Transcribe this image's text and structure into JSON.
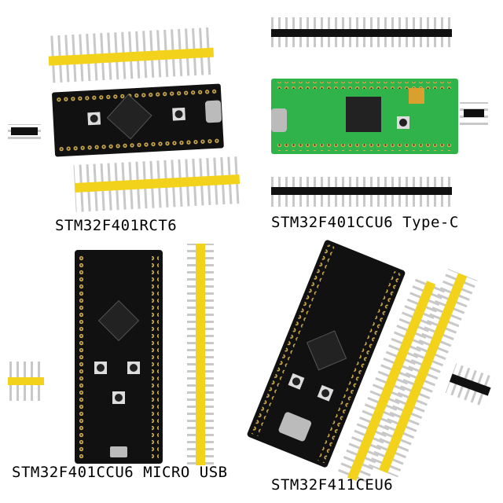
{
  "products": [
    {
      "label": "STM32F401RCT6",
      "board_color": "#111111",
      "header_color": "#f2d21a"
    },
    {
      "label": "STM32F401CCU6 Type-C",
      "board_color": "#2fb34a",
      "header_color": "#111111"
    },
    {
      "label": "STM32F401CCU6 MICRO USB",
      "board_color": "#111111",
      "header_color": "#f2d21a"
    },
    {
      "label": "STM32F411CEU6",
      "board_color": "#111111",
      "header_color": "#f2d21a"
    }
  ],
  "colors": {
    "background": "#ffffff",
    "pin_metal": "#c8c8c8",
    "chip": "#222222"
  }
}
